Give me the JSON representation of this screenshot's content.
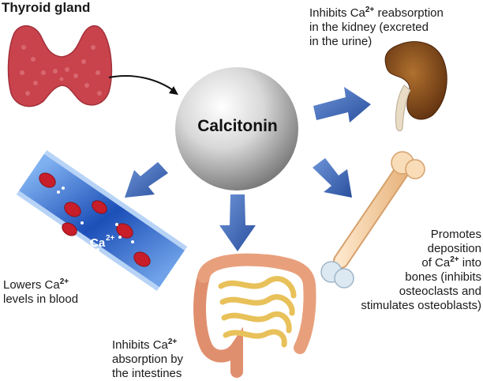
{
  "title": "Thyroid gland",
  "hormone": "Calcitonin",
  "ion_label": "Ca",
  "ion_charge": "2+",
  "effects": {
    "kidney": {
      "line1_pre": "Inhibits Ca",
      "line1_post": " reabsorption",
      "line2": "in the kidney (excreted",
      "line3": "in the urine)"
    },
    "bone": {
      "line1": "Promotes",
      "line2": "deposition",
      "line3_pre": "of Ca",
      "line3_post": " into",
      "line4": "bones (inhibits",
      "line5": "osteoclasts and",
      "line6": "stimulates osteoblasts)"
    },
    "blood": {
      "line1_pre": "Lowers Ca",
      "line2": "levels in blood"
    },
    "intestine": {
      "line1_pre": "Inhibits Ca",
      "line2": "absorption by",
      "line3": "the intestines"
    }
  },
  "colors": {
    "arrow": "#3a64b4",
    "thyroid": "#c9434c",
    "sphere": "#b9b9b9",
    "vessel": "#2f6fd0",
    "rbc": "#c81e2a",
    "bone": "#f6d2a8",
    "intestine": "#e8a07c",
    "kidney": "#8a4a1e"
  }
}
